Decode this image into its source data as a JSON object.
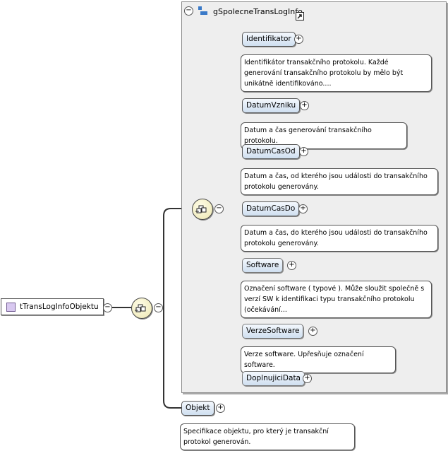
{
  "root": {
    "label": "tTransLogInfoObjektu"
  },
  "group": {
    "title": "gSpolecneTransLogInfo"
  },
  "elements": [
    {
      "label": "Identifikator",
      "doc": "Identifikátor transakčního protokolu. Každé generování transakčního protokolu by mělo být unikátně identifikováno....",
      "optional": false
    },
    {
      "label": "DatumVzniku",
      "doc": "Datum a čas generování transakčního protokolu.",
      "optional": false
    },
    {
      "label": "DatumCasOd",
      "doc": "Datum a čas, od kterého jsou události do transakčního protokolu generovány.",
      "optional": false
    },
    {
      "label": "DatumCasDo",
      "doc": "Datum a čas, do kterého jsou události do transakčního protokolu generovány.",
      "optional": false
    },
    {
      "label": "Software",
      "doc": "Označení software ( typové ). Může sloužit společně s verzí SW k identifikaci typu transakčního protokolu (očekávání...",
      "optional": true
    },
    {
      "label": "VerzeSoftware",
      "doc": "Verze software. Upřesňuje označení software.",
      "optional": true
    },
    {
      "label": "DoplnujiciData",
      "doc": "",
      "optional": true
    }
  ],
  "objekt": {
    "label": "Objekt",
    "doc": "Specifikace objektu, pro který je transakční protokol generován."
  }
}
